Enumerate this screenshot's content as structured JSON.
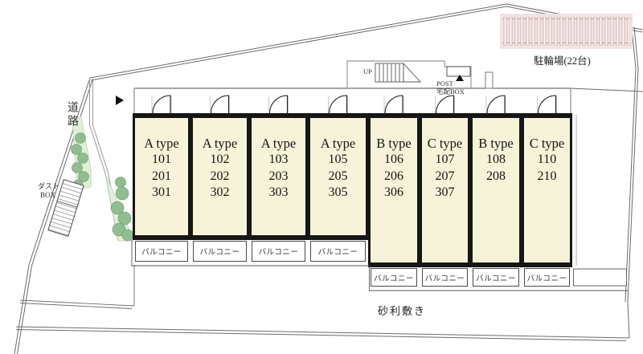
{
  "labels": {
    "road": "道路",
    "dust_box_line1": "ダスト",
    "dust_box_line2": "BOX",
    "bike_parking": "駐輪場(22台)",
    "up": "UP",
    "post": "POST",
    "delivery_box": "宅配BOX",
    "balcony": "バルコニー",
    "gravel": "砂利敷き"
  },
  "units": [
    {
      "id": "A-101",
      "type": "A type",
      "rooms": [
        "101",
        "201",
        "301"
      ]
    },
    {
      "id": "A-102",
      "type": "A type",
      "rooms": [
        "102",
        "202",
        "302"
      ]
    },
    {
      "id": "A-103",
      "type": "A type",
      "rooms": [
        "103",
        "203",
        "303"
      ]
    },
    {
      "id": "A-105",
      "type": "A type",
      "rooms": [
        "105",
        "205",
        "305"
      ]
    },
    {
      "id": "B-106",
      "type": "B type",
      "rooms": [
        "106",
        "206",
        "306"
      ]
    },
    {
      "id": "C-107",
      "type": "C type",
      "rooms": [
        "107",
        "207",
        "307"
      ]
    },
    {
      "id": "B-108",
      "type": "B type",
      "rooms": [
        "108",
        "208"
      ]
    },
    {
      "id": "C-110",
      "type": "C type",
      "rooms": [
        "110",
        "210"
      ]
    }
  ],
  "colors": {
    "unit_fill": "#f6f3d9",
    "wall": "#161616",
    "bike_area_fill": "#f2e3e3",
    "bike_rack_line": "#c29b9b",
    "tree_fill": "#8fbe8f",
    "planting_fill": "#e2efd8",
    "boundary_line": "#6b6b6b",
    "walkway_line": "#9a9a9a"
  }
}
